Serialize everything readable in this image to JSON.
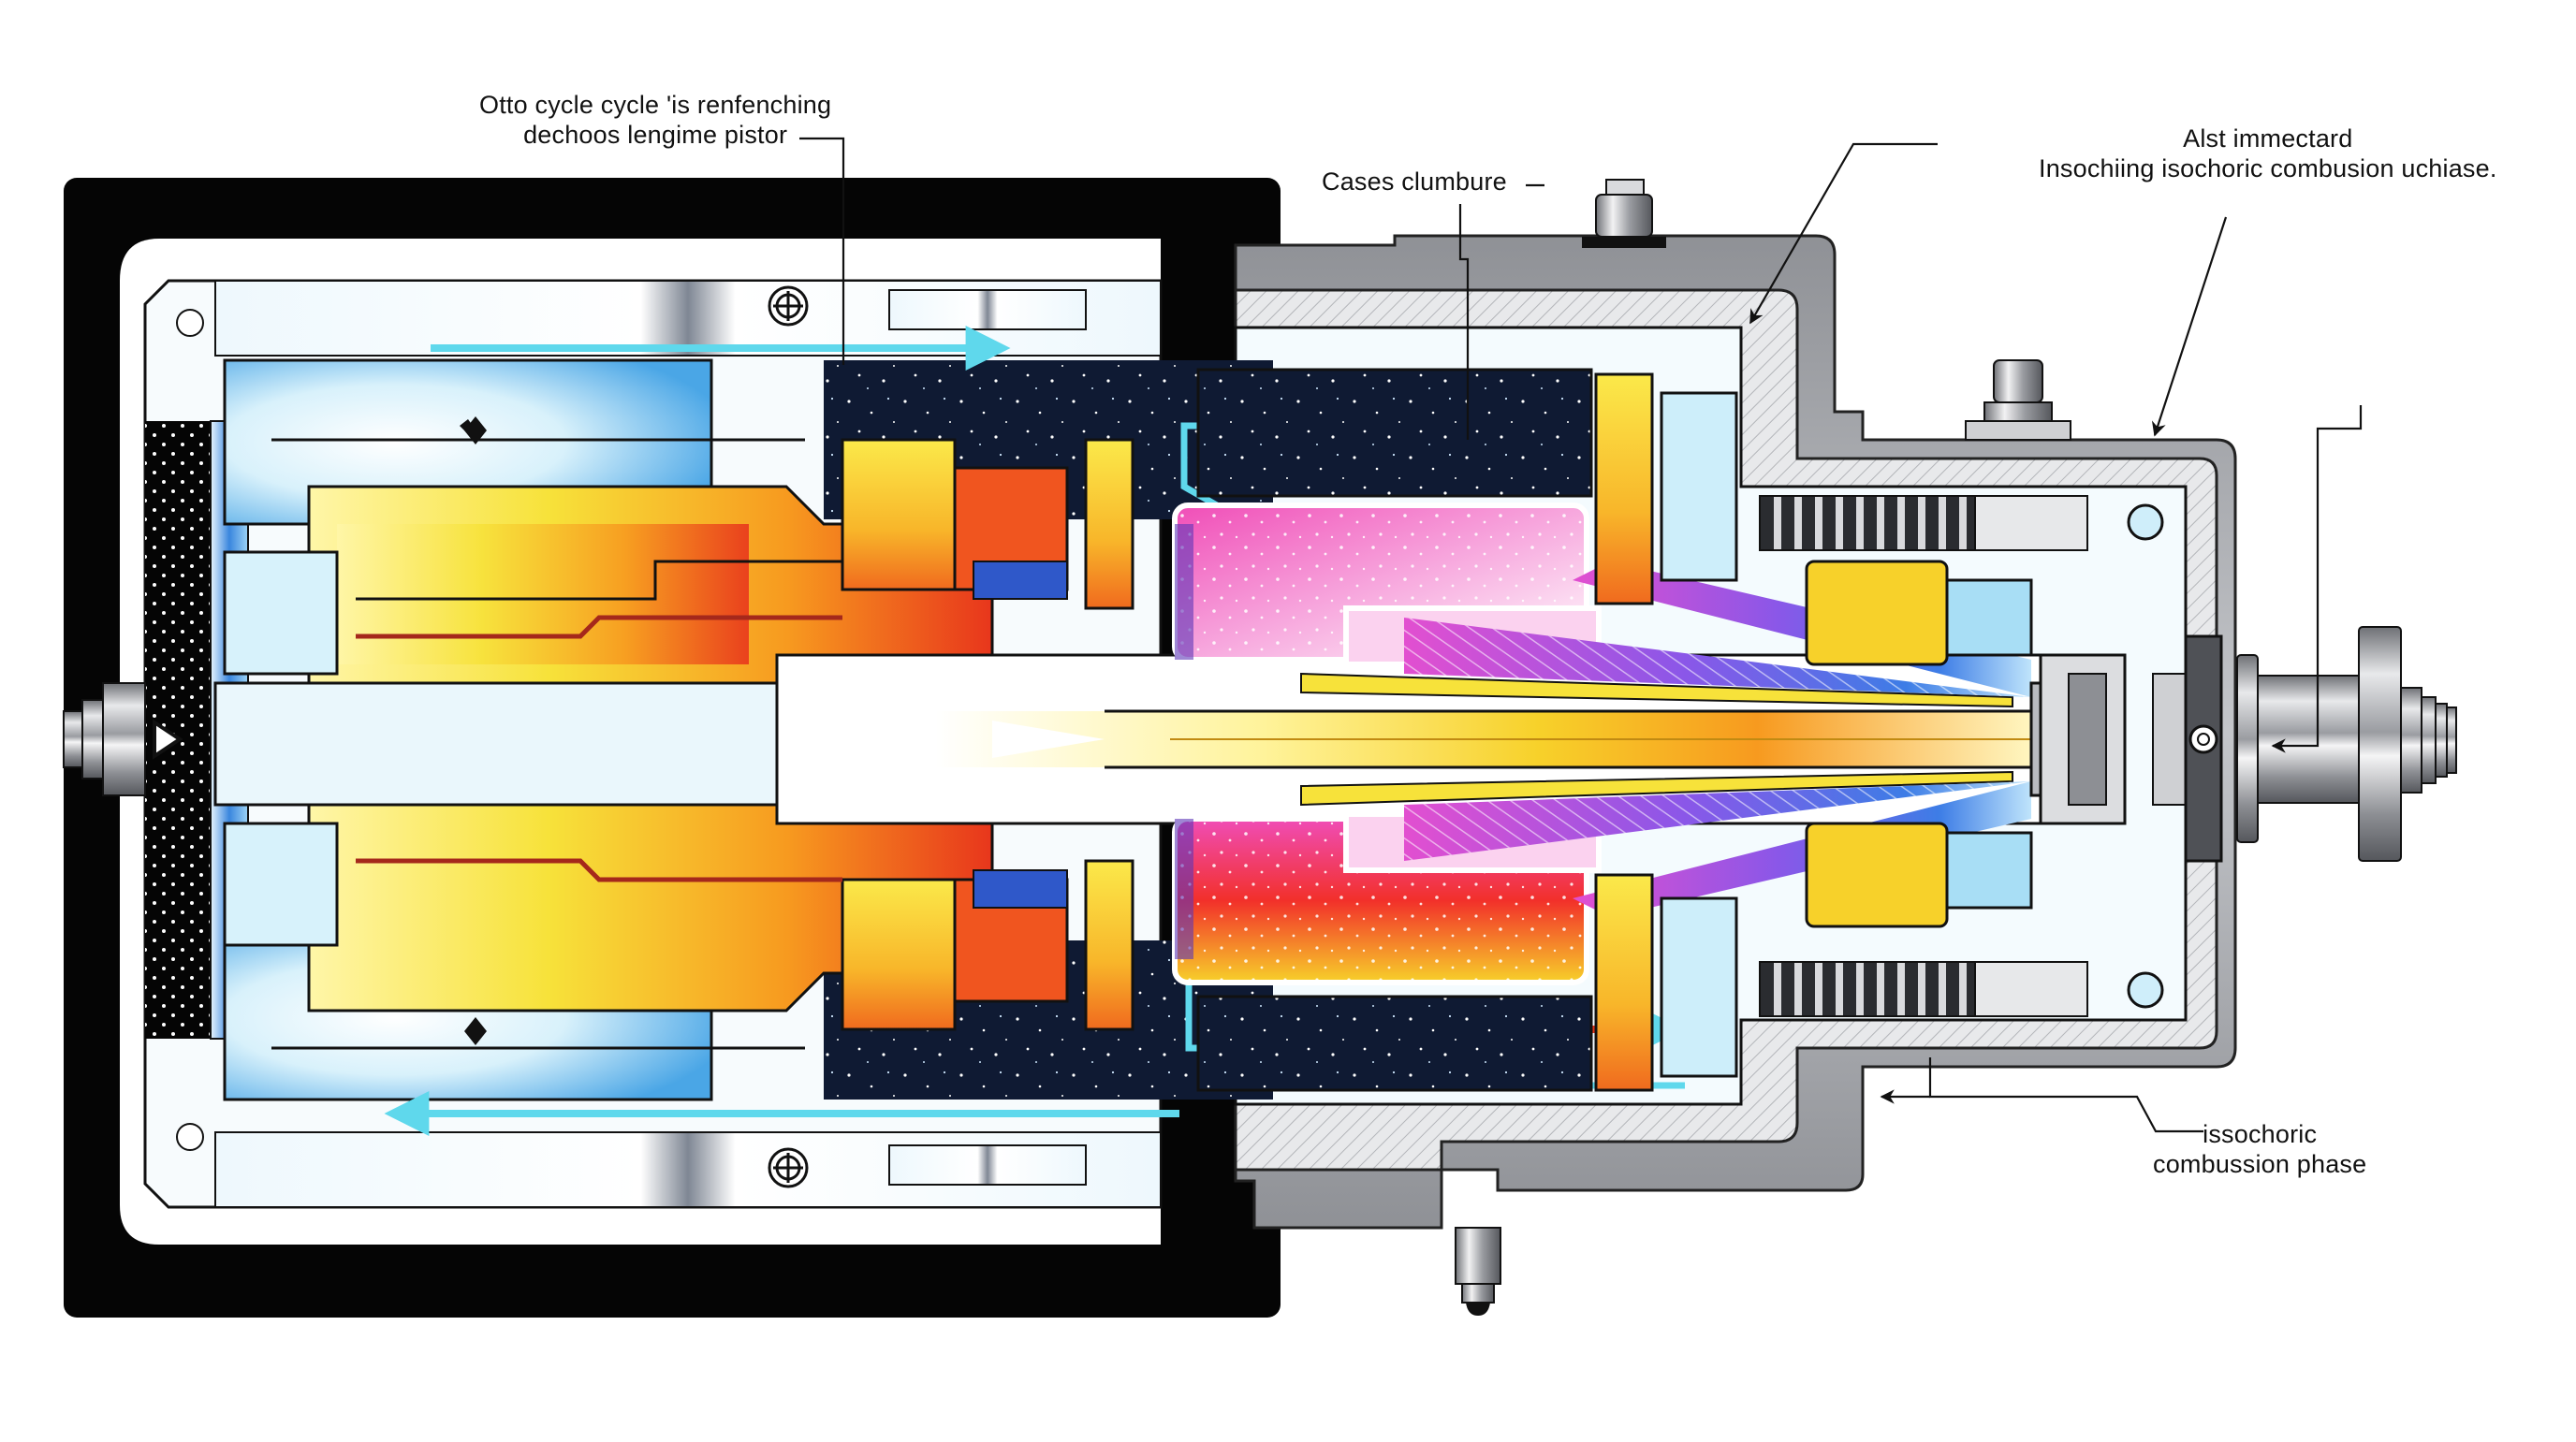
{
  "diagram": {
    "subject": "Engine cross-section cutaway",
    "annotations": [
      {
        "id": "otto",
        "lines": [
          "Otto cycle cycle 'is renfenching",
          "dechoos lengime pistor"
        ]
      },
      {
        "id": "cases",
        "lines": [
          "Cases clumbure"
        ]
      },
      {
        "id": "alst",
        "lines": [
          "Alst immectard",
          "Insochiing  isochoric combusion uchiase."
        ]
      },
      {
        "id": "iso",
        "lines": [
          "issochoric",
          "combussion phase"
        ]
      }
    ],
    "parts": [
      "black-outer-housing",
      "white-inner-frame",
      "left-end-nut",
      "upper-piston-chamber",
      "lower-piston-chamber",
      "central-drive-shaft",
      "combustion-chamber-magenta",
      "grey-right-housing",
      "cooling-fins-upper",
      "cooling-fins-lower",
      "top-spark-plug",
      "right-top-valve",
      "bottom-sensor-plug",
      "right-output-shaft-flange",
      "coolant-flow-arrows"
    ],
    "colors": {
      "housing_black": "#050505",
      "frame_white": "#ffffff",
      "coolant_cyan": "#5fd8ec",
      "hot_yellow": "#f7e23a",
      "hot_orange": "#f79a1f",
      "hot_red": "#e8361c",
      "combustion_magenta": "#e94fc8",
      "combustion_violet": "#8a57e8",
      "cool_blue": "#3d7de6",
      "space_navy": "#0f1a33",
      "steel_grey": "#a9abb0",
      "steel_dark": "#6e7075"
    }
  }
}
